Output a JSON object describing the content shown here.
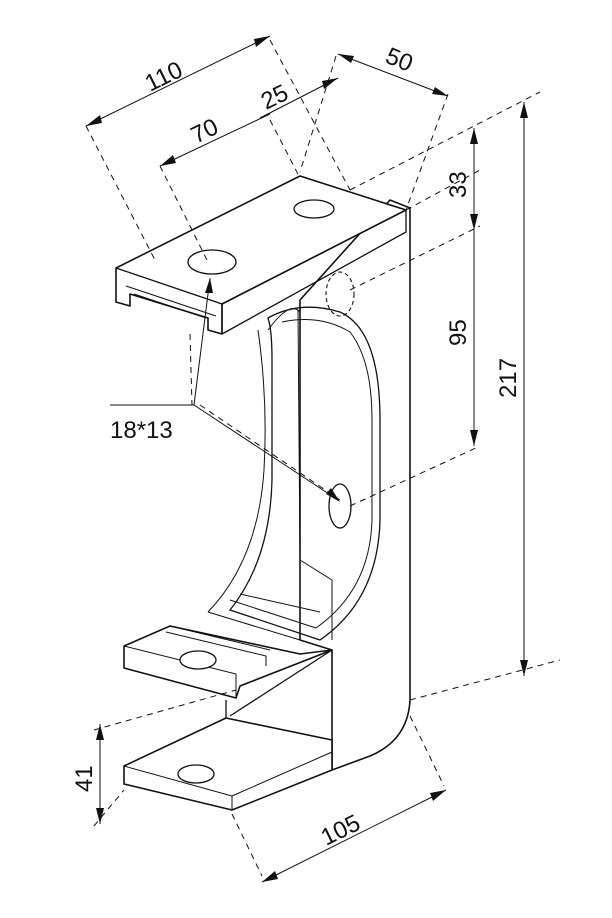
{
  "dimensions": {
    "width_overall": "110",
    "inner_span": "70",
    "hole_offset": "25",
    "depth": "50",
    "top_offset": "33",
    "hole_spacing": "95",
    "height_overall": "217",
    "slot_size": "18*13",
    "bottom_height": "41",
    "bottom_depth": "105"
  },
  "colors": {
    "line": "#111111",
    "background": "#ffffff"
  }
}
